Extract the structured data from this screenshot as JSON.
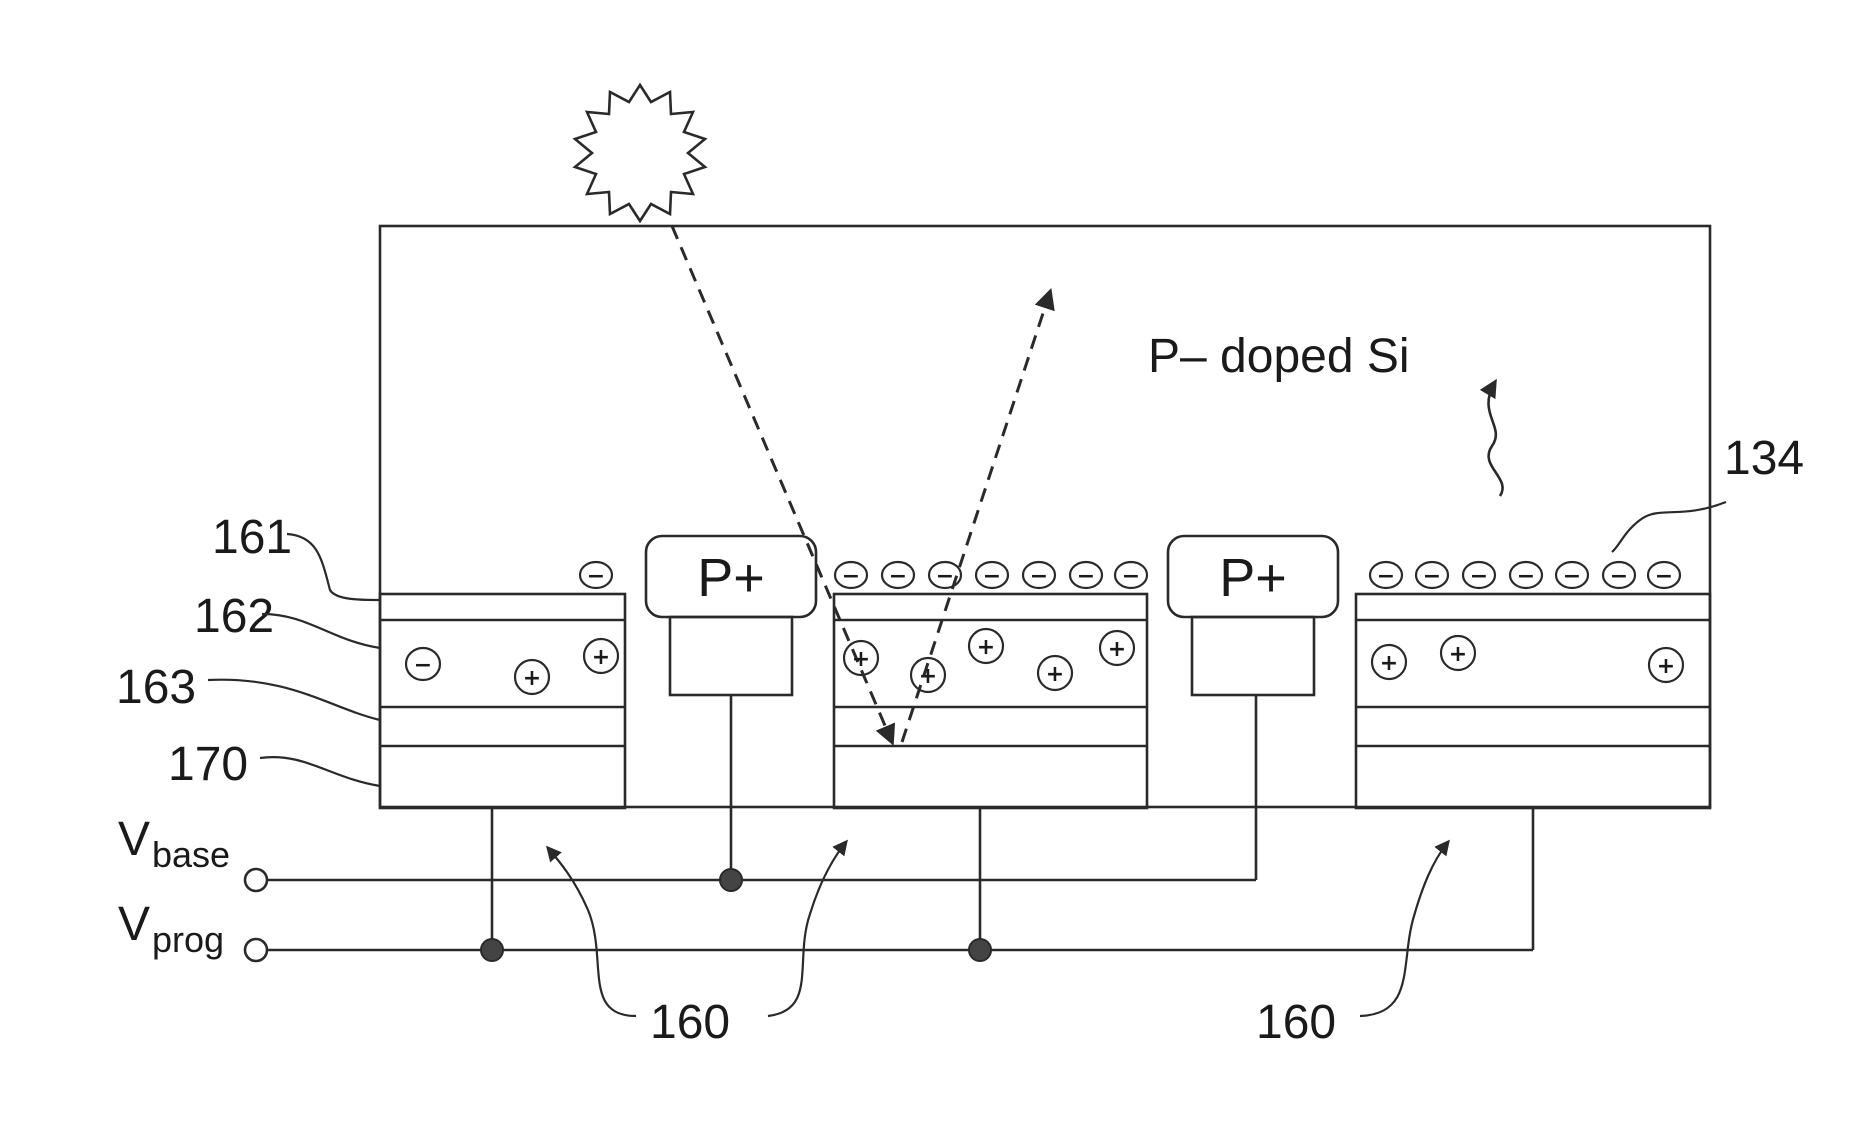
{
  "material_label": "P– doped Si",
  "p_plus_label": "P+",
  "ref_labels": {
    "r161": "161",
    "r162": "162",
    "r163": "163",
    "r170": "170",
    "r134": "134",
    "r160": "160"
  },
  "terminals": {
    "base_main": "V",
    "base_sub": "base",
    "prog_main": "V",
    "prog_sub": "prog"
  },
  "charge_symbols": {
    "negative": "−",
    "positive": "+"
  }
}
